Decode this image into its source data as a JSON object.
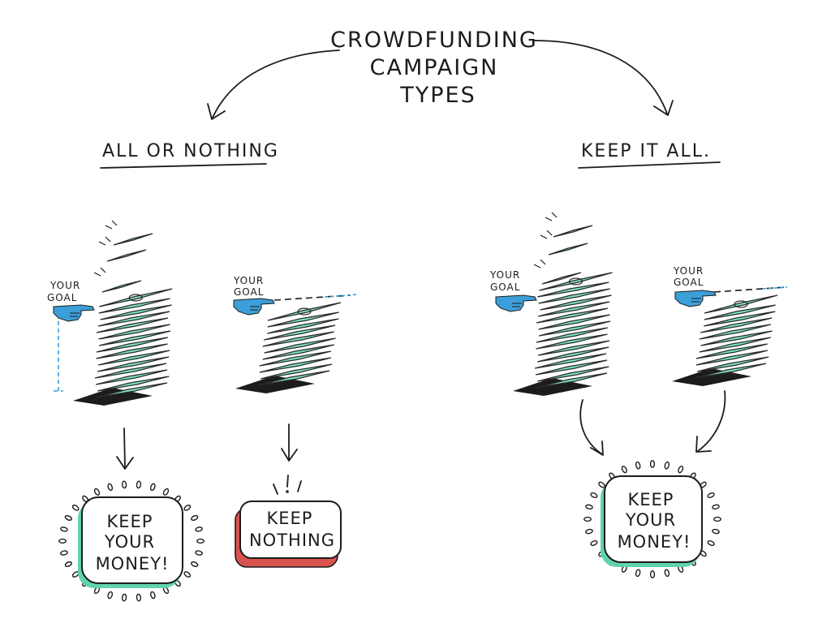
{
  "title_lines": [
    "CROWDFUNDING",
    "CAMPAIGN",
    "TYPES"
  ],
  "branches": {
    "left": {
      "heading": "ALL OR NOTHING"
    },
    "right": {
      "heading": "KEEP IT ALL."
    }
  },
  "goal_label_lines": [
    "YOUR",
    "GOAL"
  ],
  "outcomes": {
    "aon_reached": [
      "KEEP",
      "YOUR",
      "MONEY!"
    ],
    "aon_missed": [
      "KEEP",
      "NOTHING"
    ],
    "kia_result": [
      "KEEP",
      "YOUR",
      "MONEY!"
    ]
  },
  "colors": {
    "money": "#7ee2bf",
    "goal_hand": "#3d9fd9",
    "goal_line": "#3d9fd9",
    "kept_shadow": "#5fd3ad",
    "nothing_shadow": "#d9534f",
    "ink": "#1c1c1c"
  }
}
